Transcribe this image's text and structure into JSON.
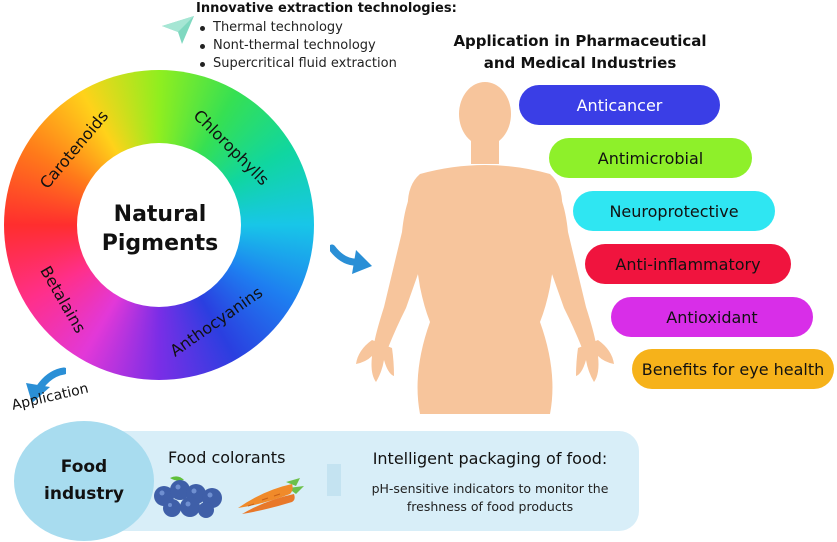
{
  "extraction": {
    "title": "Innovative extraction technologies:",
    "items": [
      "Thermal technology",
      "Nont-thermal technology",
      "Supercritical fluid extraction"
    ]
  },
  "wheel": {
    "title_line1": "Natural",
    "title_line2": "Pigments",
    "labels": {
      "carotenoids": "Carotenoids",
      "chlorophylls": "Chlorophylls",
      "betalains": "Betalains",
      "anthocyanins": "Anthocyanins"
    }
  },
  "pharma": {
    "title_line1": "Application in Pharmaceutical",
    "title_line2": "and Medical Industries",
    "applications": [
      {
        "label": "Anticancer",
        "color": "#3a3ee6",
        "text_color": "#ffffff"
      },
      {
        "label": "Antimicrobial",
        "color": "#8ef02a",
        "text_color": "#111111"
      },
      {
        "label": "Neuroprotective",
        "color": "#2fe6f2",
        "text_color": "#111111"
      },
      {
        "label": "Anti-inflammatory",
        "color": "#f0143e",
        "text_color": "#111111"
      },
      {
        "label": "Antioxidant",
        "color": "#d82ee8",
        "text_color": "#111111"
      },
      {
        "label": "Benefits for eye health",
        "color": "#f6b21a",
        "text_color": "#111111"
      }
    ]
  },
  "food": {
    "application_label": "Application",
    "industry_line1": "Food",
    "industry_line2": "industry",
    "colorants": "Food colorants",
    "packaging_title": "Intelligent packaging of food:",
    "packaging_desc": "pH-sensitive indicators to monitor the freshness of food products"
  },
  "colors": {
    "body_skin": "#f7c59c",
    "arrow_blue": "#2a8fd6",
    "arrow_green": "#7fd8c0",
    "food_band": "#d8eef8",
    "food_circle": "#a8dcef"
  },
  "icons": [
    "arrow-icon",
    "human-body-icon",
    "blueberries-icon",
    "carrots-icon"
  ]
}
